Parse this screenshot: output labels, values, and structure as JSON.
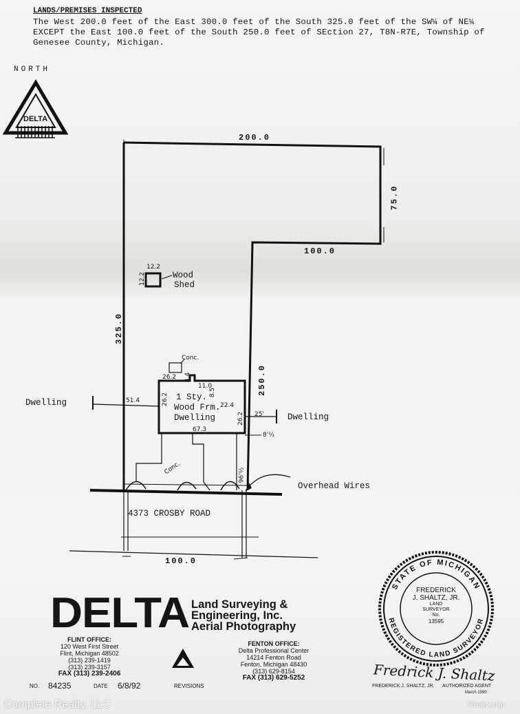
{
  "heading": "LANDS/PREMISES INSPECTED",
  "legal_lines": [
    "The West 200.0 feet of the East 300.0 feet of the South 325.0 feet of the SW¼ of NE¼",
    "EXCEPT the East 100.0 feet of the South 250.0 feet of SEction 27, T8N-R7E, Township of",
    "Genesee County, Michigan."
  ],
  "north_label": "NORTH",
  "north_logo_text": "DELTA",
  "dimensions": {
    "top": "200.0",
    "right": "75.0",
    "notch": "100.0",
    "left": "325.0",
    "inner": "250.0",
    "bottom": "100.0"
  },
  "shed": {
    "label_line1": "Wood",
    "label_line2": "Shed",
    "dim_w": "12.2",
    "dim_h": "12.2"
  },
  "house": {
    "line1": "1 Sty.",
    "line2": "Wood Frm.",
    "line3": "Dwelling",
    "conc_top": "Conc.",
    "d_262a": "26.2",
    "d_44": "4.4",
    "d_110": "11.0",
    "d_85": "8.5",
    "d_224": "22.4",
    "d_262b": "26.2",
    "d_262c": "26.2",
    "d_673": "67.3",
    "d_514": "51.4",
    "d_25": "25'",
    "d_8": "8'½",
    "d_96": "96'½",
    "conc_drive": "Conc."
  },
  "labels": {
    "dwelling_left": "Dwelling",
    "dwelling_right": "Dwelling",
    "overhead": "Overhead Wires",
    "road": "4373 CROSBY ROAD"
  },
  "company": {
    "name": "DELTA",
    "line1": "Land Surveying &",
    "line2": "Engineering, Inc.",
    "line3": "Aerial Photography"
  },
  "flint_office": {
    "title": "FLINT OFFICE:",
    "address1": "120 West First Street",
    "address2": "Flint, Michigan 48502",
    "phone1": "(313) 239-1419",
    "phone2": "(313) 239-3157",
    "fax": "FAX (313) 239-2406"
  },
  "fenton_office": {
    "title": "FENTON OFFICE:",
    "address1": "Delta Professional Center",
    "address2": "14214 Fenton Road",
    "address3": "Fenton, Michigan 48430",
    "phone": "(313) 629-8154",
    "fax": "FAX (313) 629-5252"
  },
  "seal": {
    "top_arc": "STATE OF MICHIGAN",
    "bottom_arc": "REGISTERED LAND SURVEYOR",
    "name1": "FREDERICK",
    "name2": "J. SHALTZ, JR.",
    "title1": "LAND",
    "title2": "SURVEYOR",
    "no_label": "No.",
    "number": "13595"
  },
  "footer": {
    "no_label": "NO.",
    "no_value": "84235",
    "date_label": "DATE",
    "date_value": "6/8/92",
    "revisions": "REVISIONS",
    "signer": "FREDERICK J. SHALTZ, JR.",
    "agent": "AUTHORIZED AGENT",
    "form_date": "March 1990",
    "signature": "Fredrick J. Shaltz"
  },
  "watermark_left": "Complete Realty, LLC",
  "watermark_right": "Realcomp"
}
